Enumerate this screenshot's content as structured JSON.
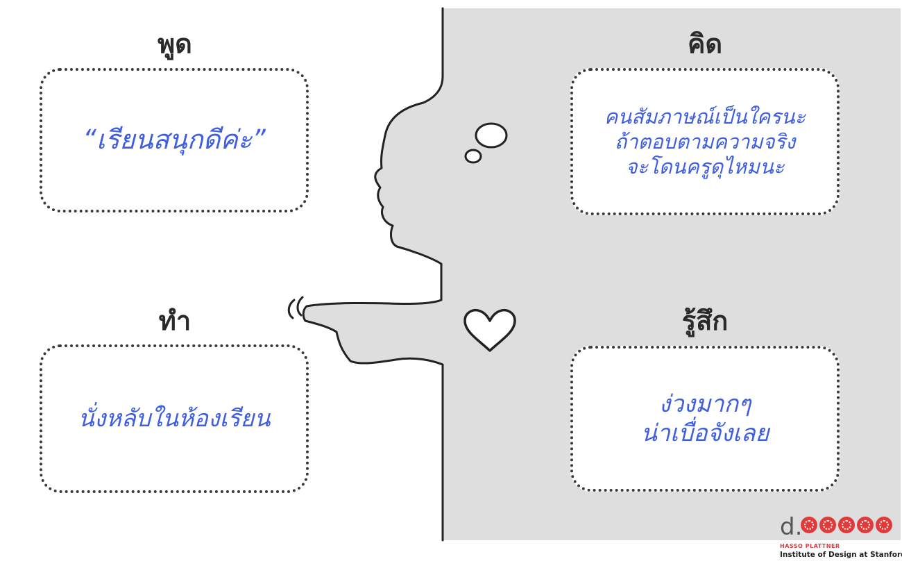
{
  "quadrants": {
    "say": {
      "heading": "พูด",
      "lines": [
        "“เรียนสนุกดีค่ะ”"
      ]
    },
    "think": {
      "heading": "คิด",
      "lines": [
        "คนสัมภาษณ์เป็นใครนะ",
        "ถ้าตอบตามความจริง",
        "จะโดนครูดุไหมนะ"
      ]
    },
    "do": {
      "heading": "ทำ",
      "lines": [
        "นั่งหลับในห้องเรียน"
      ]
    },
    "feel": {
      "heading": "รู้สึก",
      "lines": [
        "ง่วงมากๆ",
        "น่าเบื่อจังเลย"
      ]
    }
  },
  "colors": {
    "panel": "#dedede",
    "text_blue": "#3f5fe0",
    "heading": "#2a2a2a",
    "logo_red": "#e03a3a"
  },
  "logo": {
    "mark": "d.",
    "line1": "HASSO PLATTNER",
    "line2": "Institute of Design at Stanford"
  }
}
